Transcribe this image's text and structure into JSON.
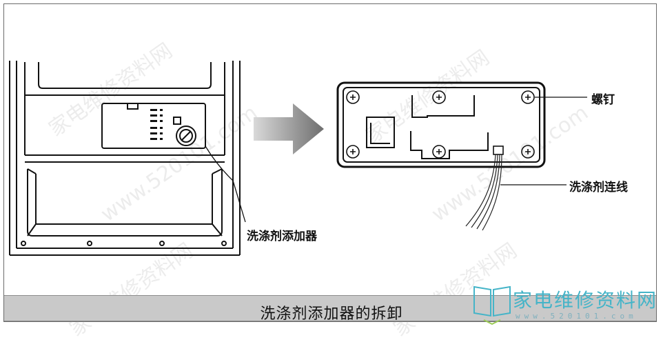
{
  "labels": {
    "dispenser": "洗涤剂添加器",
    "screw": "螺钉",
    "wire": "洗涤剂连线"
  },
  "caption": "洗涤剂添加器的拆卸",
  "watermark": {
    "cn": "家电维修资料网",
    "url": "www.520101.com"
  },
  "colors": {
    "caption_bg": "#c9c9c9",
    "arrow_gradient_start": "#d9d9d9",
    "arrow_gradient_end": "#6e6e6e",
    "logo_accent": "#45b4c8"
  }
}
